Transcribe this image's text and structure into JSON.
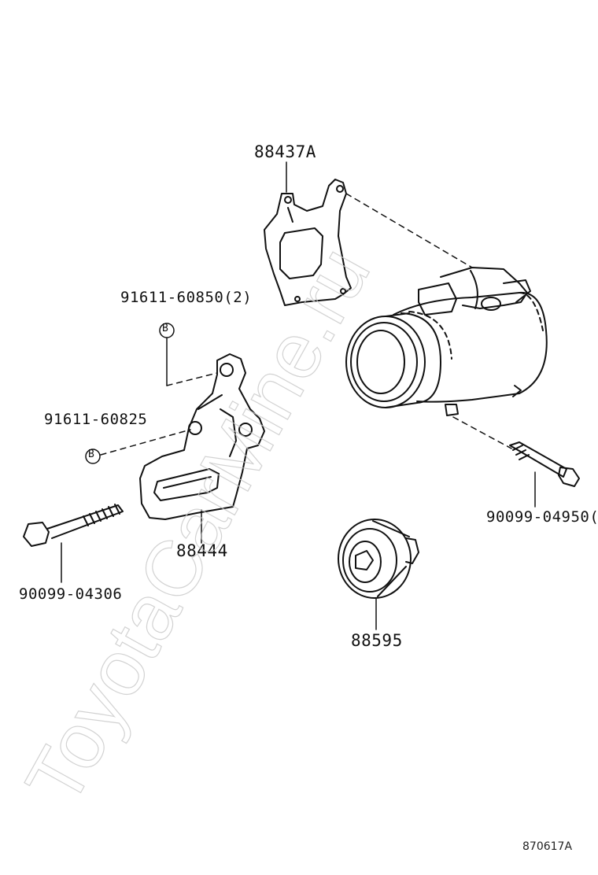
{
  "parts": {
    "bracket_top": "88437A",
    "bolt_b1": "91611-60850(2)",
    "bolt_b2": "91611-60825",
    "bracket_arm": "88444",
    "long_bolt": "90099-04306",
    "pulley": "88595",
    "compressor_bolt": "90099-04950("
  },
  "markers": {
    "b": "B"
  },
  "figure_id": "870617A",
  "watermark": "ToyotaCarMine.ru"
}
